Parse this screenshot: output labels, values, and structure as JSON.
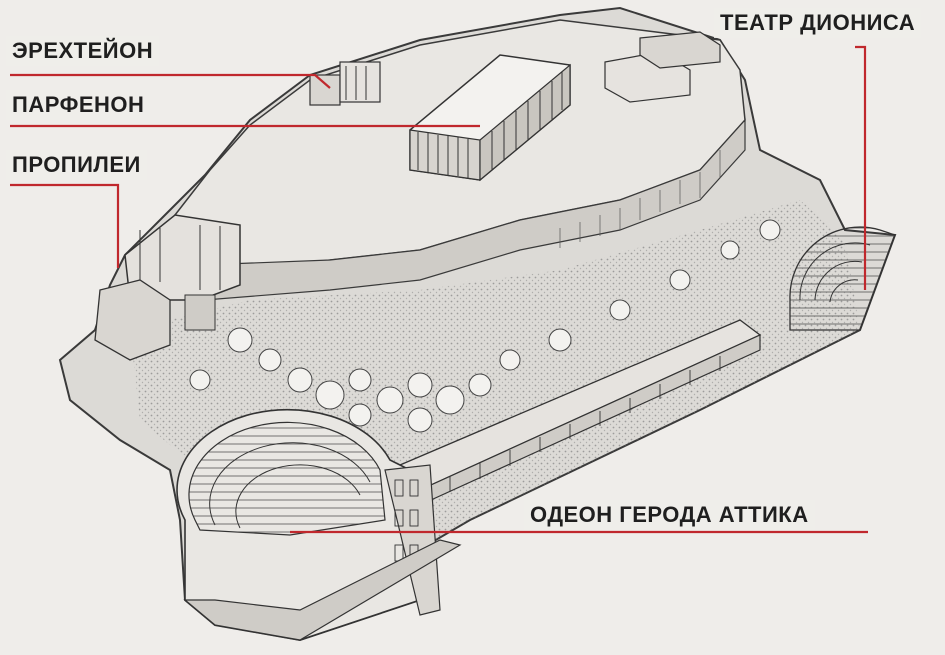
{
  "labels": {
    "erechtheion": "ЭРЕХТЕЙОН",
    "parthenon": "ПАРФЕНОН",
    "propylaea": "ПРОПИЛЕИ",
    "theatre_dionysus": "ТЕАТР ДИОНИСА",
    "odeon_herodes": "ОДЕОН ГЕРОДА АТТИКА"
  },
  "colors": {
    "background": "#efedea",
    "leader_line": "#c0282d",
    "rock": "#dcdad6",
    "plateau": "#e9e7e3",
    "wall": "#cfccc7",
    "ink": "#3a3a3a",
    "label_text": "#1f1f1f"
  }
}
